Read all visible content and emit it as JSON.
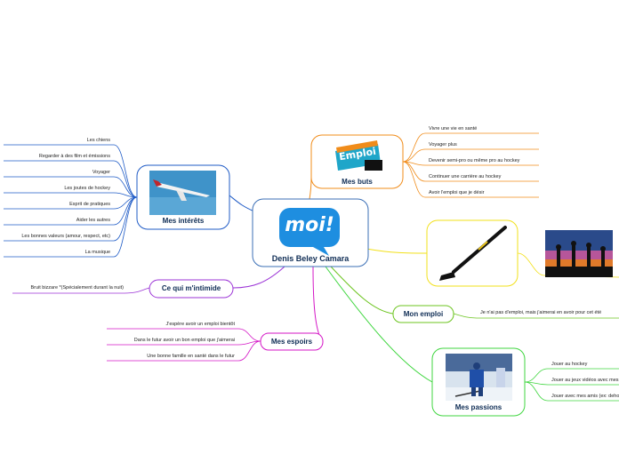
{
  "central": {
    "logo_text": "moi!",
    "name": "Denis Beley Camara"
  },
  "interets": {
    "title": "Mes intérêts",
    "items": [
      "Les chiens",
      "Regarder à des film et émissions",
      "Voyager",
      "Les joutes de hockey",
      "Esprit de pratiques",
      "Aider les autres",
      "Les bonnes valeurs (amour, respect, etc)",
      "La musique"
    ]
  },
  "intimide": {
    "title": "Ce qui m'intimide",
    "items": [
      "Bruit bizzare *(Spécialement durant la nuit)"
    ]
  },
  "espoirs": {
    "title": "Mes espoirs",
    "items": [
      "J'espère avoir un emploi bientôt",
      "Dans le futur avoir un bon emploi que j'aimerai",
      "Une bonne famille en santé dans le futur"
    ]
  },
  "buts": {
    "title": "Mes buts",
    "logo_text": "Emploi",
    "items": [
      "Vivre une vie en santé",
      "Voyager plus",
      "Devenir semi-pro ou même pro au hockey",
      "Continuer une carrière au hockey",
      "Avoir l'emploi que je désir"
    ]
  },
  "emploi": {
    "title": "Mon emploi",
    "items": [
      "Je n'ai pas d'emploi, mais j'aimerai en avoir pour cet été"
    ]
  },
  "passions": {
    "title": "Mes passions",
    "items": [
      "Jouer au hockey",
      "Jouer au jeux vidéos avec mes amis",
      "Jouer avec mes amis (ex: dehors)"
    ]
  },
  "colors": {
    "central": "#3b6fb6",
    "interets": "#1f5bc6",
    "intimide": "#9b33d6",
    "espoirs": "#d416c6",
    "buts": "#f08c1a",
    "stick": "#f2e01a",
    "emploi": "#6cc41f",
    "passions": "#3fd63f"
  }
}
